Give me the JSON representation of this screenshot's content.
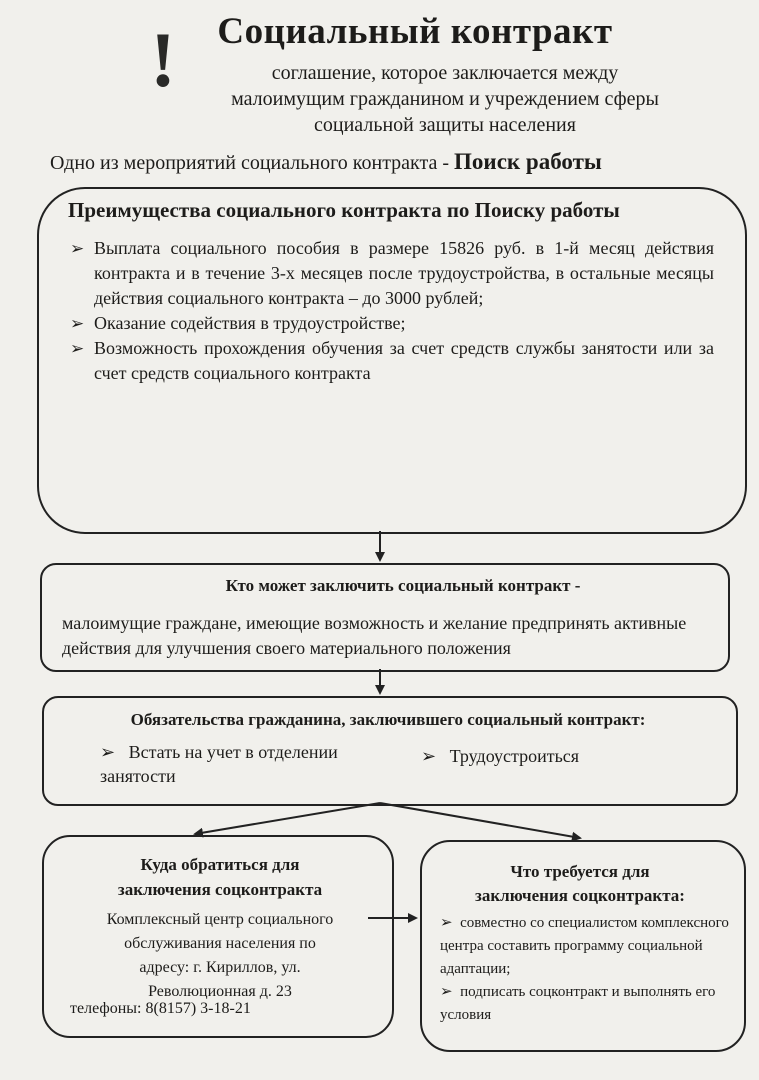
{
  "header": {
    "exclamation": "!",
    "title": "Социальный контракт",
    "subtitle_lines": [
      "соглашение, которое заключается между",
      "малоимущим гражданином и учреждением сферы",
      "социальной защиты населения"
    ],
    "intro_prefix": "Одно из мероприятий социального контракта  - ",
    "intro_bold": "Поиск работы"
  },
  "advantages": {
    "title": "Преимущества социального контракта по Поиску работы",
    "bullet": "➢",
    "items": [
      "Выплата социального пособия в размере 15826 руб. в 1-й месяц действия контракта и в течение 3-х месяцев после трудоустройства, в остальные месяцы действия социального контракта – до 3000 рублей;",
      "Оказание содействия в трудоустройстве;",
      "Возможность прохождения обучения за счет средств службы занятости или за счет средств социального контракта"
    ]
  },
  "who": {
    "title": "Кто может заключить социальный контракт -",
    "text": "малоимущие граждане, имеющие возможность и желание предпринять активные действия для улучшения своего материального положения"
  },
  "obligations": {
    "title": "Обязательства гражданина, заключившего социальный контракт:",
    "items": [
      "Встать на учет в отделении занятости",
      "Трудоустроиться"
    ]
  },
  "where": {
    "title_lines": [
      "Куда обратиться для",
      "заключения соцконтракта"
    ],
    "address_lines": [
      "Комплексный центр социального",
      "обслуживания населения по",
      "адресу: г. Кириллов, ул.",
      "Революционная д. 23"
    ],
    "phone": "телефоны: 8(8157)  3-18-21"
  },
  "requirements": {
    "title_lines": [
      "Что требуется для",
      "заключения соцконтракта:"
    ],
    "items": [
      "совместно со специалистом комплексного центра составить программу социальной адаптации;",
      "подписать соцконтракт и выполнять его условия"
    ]
  }
}
